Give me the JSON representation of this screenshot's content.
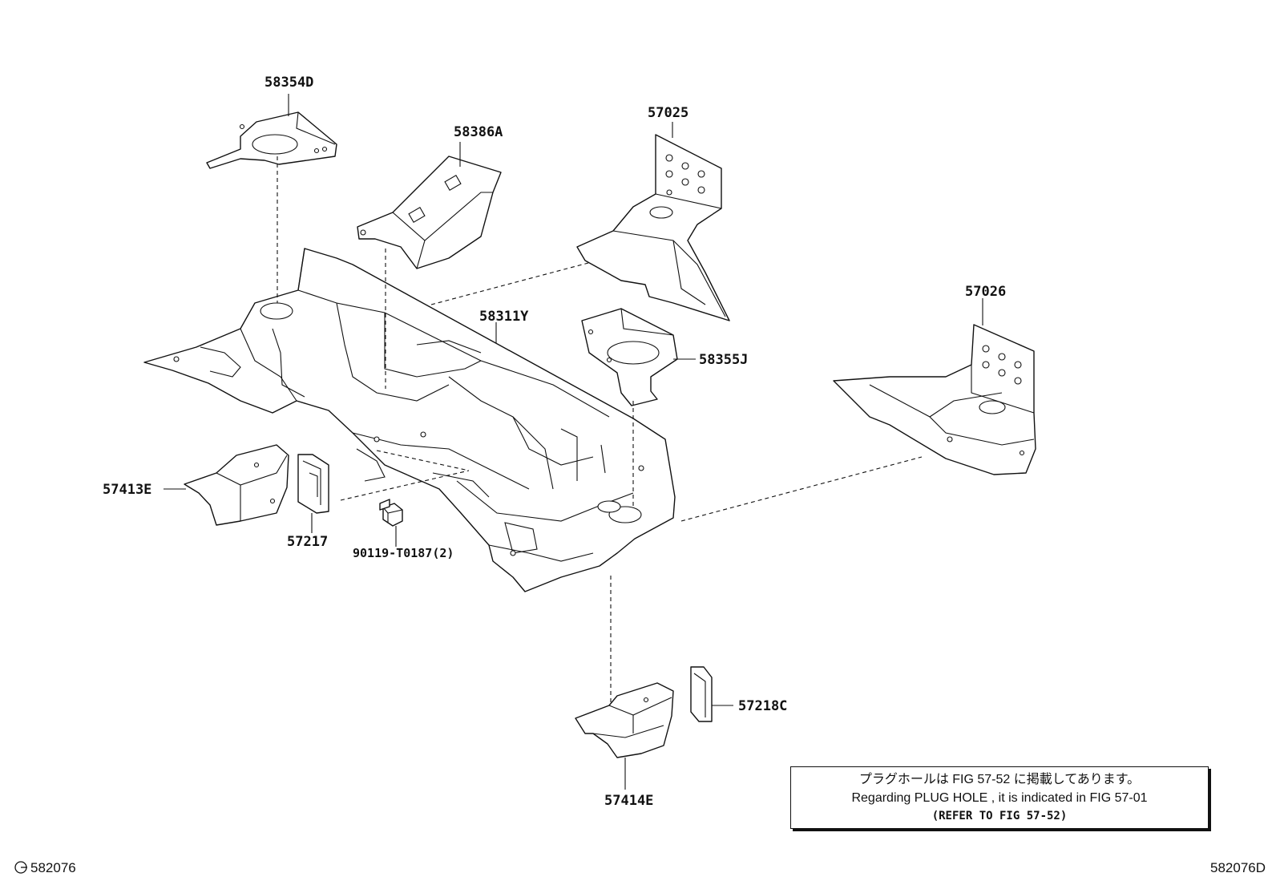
{
  "callouts": {
    "p58354D": "58354D",
    "p58386A": "58386A",
    "p57025": "57025",
    "p58311Y": "58311Y",
    "p58355J": "58355J",
    "p57026": "57026",
    "p57413E": "57413E",
    "p57217": "57217",
    "p90119": "90119-T0187(2)",
    "p57218C": "57218C",
    "p57414E": "57414E"
  },
  "note": {
    "line1": "プラグホールは FIG  57-52  に掲載してあります。",
    "line2": "Regarding  PLUG  HOLE , it is indicated in FIG  57-01",
    "line3": "(REFER TO FIG 57-52)"
  },
  "footer": {
    "left_code": "582076",
    "right_code": "582076D"
  },
  "icons": {
    "footer_left": "registered-mark-icon"
  },
  "colors": {
    "ink": "#111111",
    "paper": "#ffffff"
  }
}
